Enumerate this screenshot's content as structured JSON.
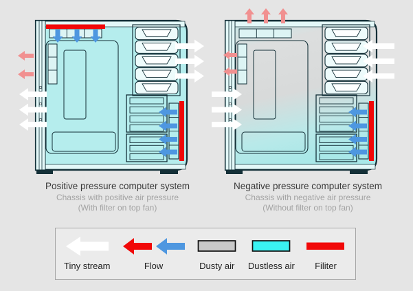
{
  "page": {
    "background": "#e5e5e5"
  },
  "colors": {
    "outline": "#143038",
    "interior_cyan": "#b5eded",
    "band": "#e3f8f8",
    "panel": "#ddf4f4",
    "bay_fill": "#edfbfb",
    "bay_inner": "#fdffff",
    "dusty_gray": "#d8dada",
    "filter_red": "#f10808",
    "flow_blue": "#4e97e0",
    "tiny_pink": "#f19090",
    "tiny_white": "#ffffff",
    "legend_gray": "#c9c9c9",
    "legend_cyan": "#3af2f2",
    "legend_swatch_border": "#111111"
  },
  "diagrams": [
    {
      "id": "positive",
      "title": "Positive pressure computer system",
      "subtitle1": "Chassis with positive air pressure",
      "subtitle2": "(With filter on top fan)"
    },
    {
      "id": "negative",
      "title": "Negative pressure computer system",
      "subtitle1": "Chassis with negative air pressure",
      "subtitle2": "(Without filter on top fan)"
    }
  ],
  "legend": {
    "items": [
      {
        "label": "Tiny stream",
        "icon": "white-left-arrow"
      },
      {
        "label": "Flow",
        "icon": "red-blue-left-arrows"
      },
      {
        "label": "Dusty air",
        "icon": "gray-rect"
      },
      {
        "label": "Dustless air",
        "icon": "cyan-rect"
      },
      {
        "label": "Filiter",
        "icon": "red-rect"
      }
    ]
  }
}
